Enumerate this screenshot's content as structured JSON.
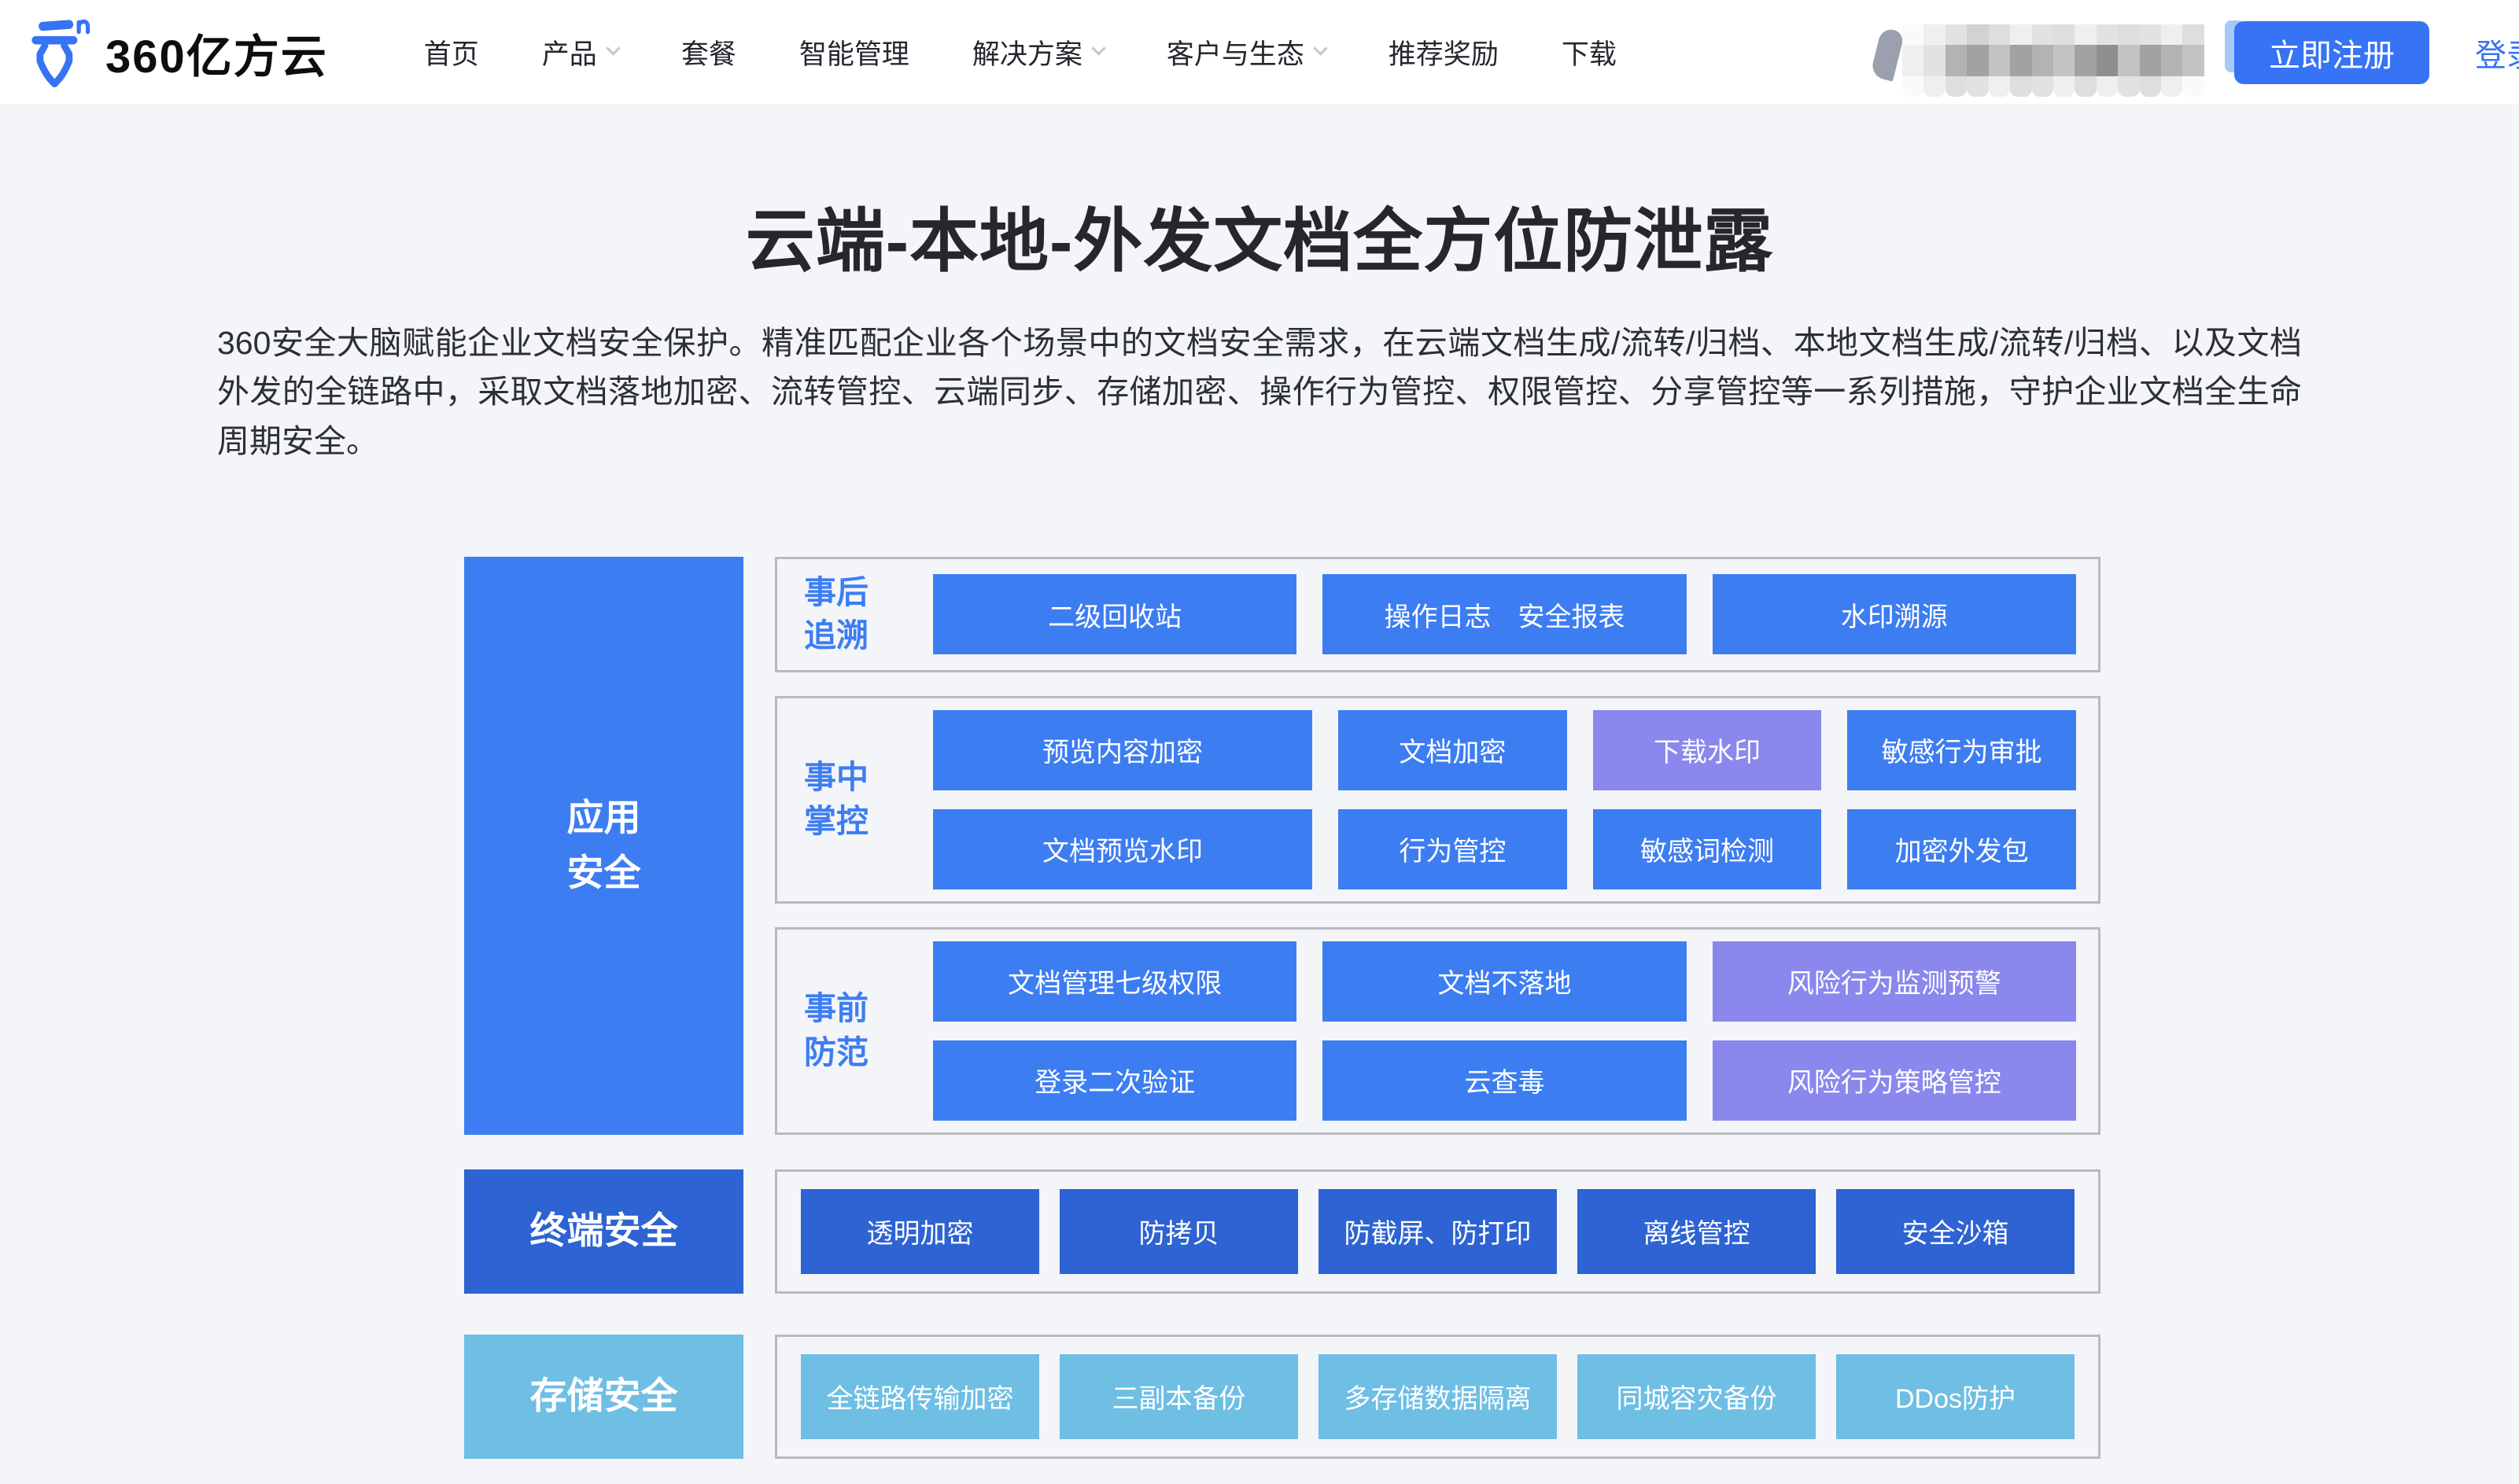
{
  "colors": {
    "primary_blue": "#3D7DF2",
    "dark_blue": "#2D63D2",
    "light_blue": "#6FBEE4",
    "purple": "#8A87ED",
    "button_blue": "#3673F5",
    "stage_label_blue": "#3D7DF2"
  },
  "header": {
    "logo_text": "360亿方云",
    "nav": [
      {
        "label": "首页"
      },
      {
        "label": "产品",
        "has_dropdown": true
      },
      {
        "label": "套餐"
      },
      {
        "label": "智能管理"
      },
      {
        "label": "解决方案",
        "has_dropdown": true
      },
      {
        "label": "客户与生态",
        "has_dropdown": true
      },
      {
        "label": "推荐奖励"
      },
      {
        "label": "下载"
      }
    ],
    "register_label": "立即注册",
    "login_label": "登录"
  },
  "hero": {
    "title": "云端-本地-外发文档全方位防泄露",
    "description": "360安全大脑赋能企业文档安全保护。精准匹配企业各个场景中的文档安全需求，在云端文档生成/流转/归档、本地文档生成/流转/归档、以及文档外发的全链路中，采取文档落地加密、流转管控、云端同步、存储加密、操作行为管控、权限管控、分享管控等一系列措施，守护企业文档全生命周期安全。"
  },
  "diagram": {
    "app_category": {
      "line1": "应用",
      "line2": "安全"
    },
    "stage1": {
      "label1": "事后",
      "label2": "追溯",
      "boxes": [
        "二级回收站",
        "操作日志　安全报表",
        "水印溯源"
      ]
    },
    "stage2": {
      "label1": "事中",
      "label2": "掌控",
      "row1": [
        "预览内容加密",
        "文档加密",
        "下载水印",
        "敏感行为审批"
      ],
      "row2": [
        "文档预览水印",
        "行为管控",
        "敏感词检测",
        "加密外发包"
      ]
    },
    "stage3": {
      "label1": "事前",
      "label2": "防范",
      "row1": [
        "文档管理七级权限",
        "文档不落地",
        "风险行为监测预警"
      ],
      "row2": [
        "登录二次验证",
        "云查毒",
        "风险行为策略管控"
      ]
    },
    "terminal": {
      "category": "终端安全",
      "boxes": [
        "透明加密",
        "防拷贝",
        "防截屏、防打印",
        "离线管控",
        "安全沙箱"
      ]
    },
    "storage": {
      "category": "存储安全",
      "boxes": [
        "全链路传输加密",
        "三副本备份",
        "多存储数据隔离",
        "同城容灾备份",
        "DDos防护"
      ]
    }
  }
}
